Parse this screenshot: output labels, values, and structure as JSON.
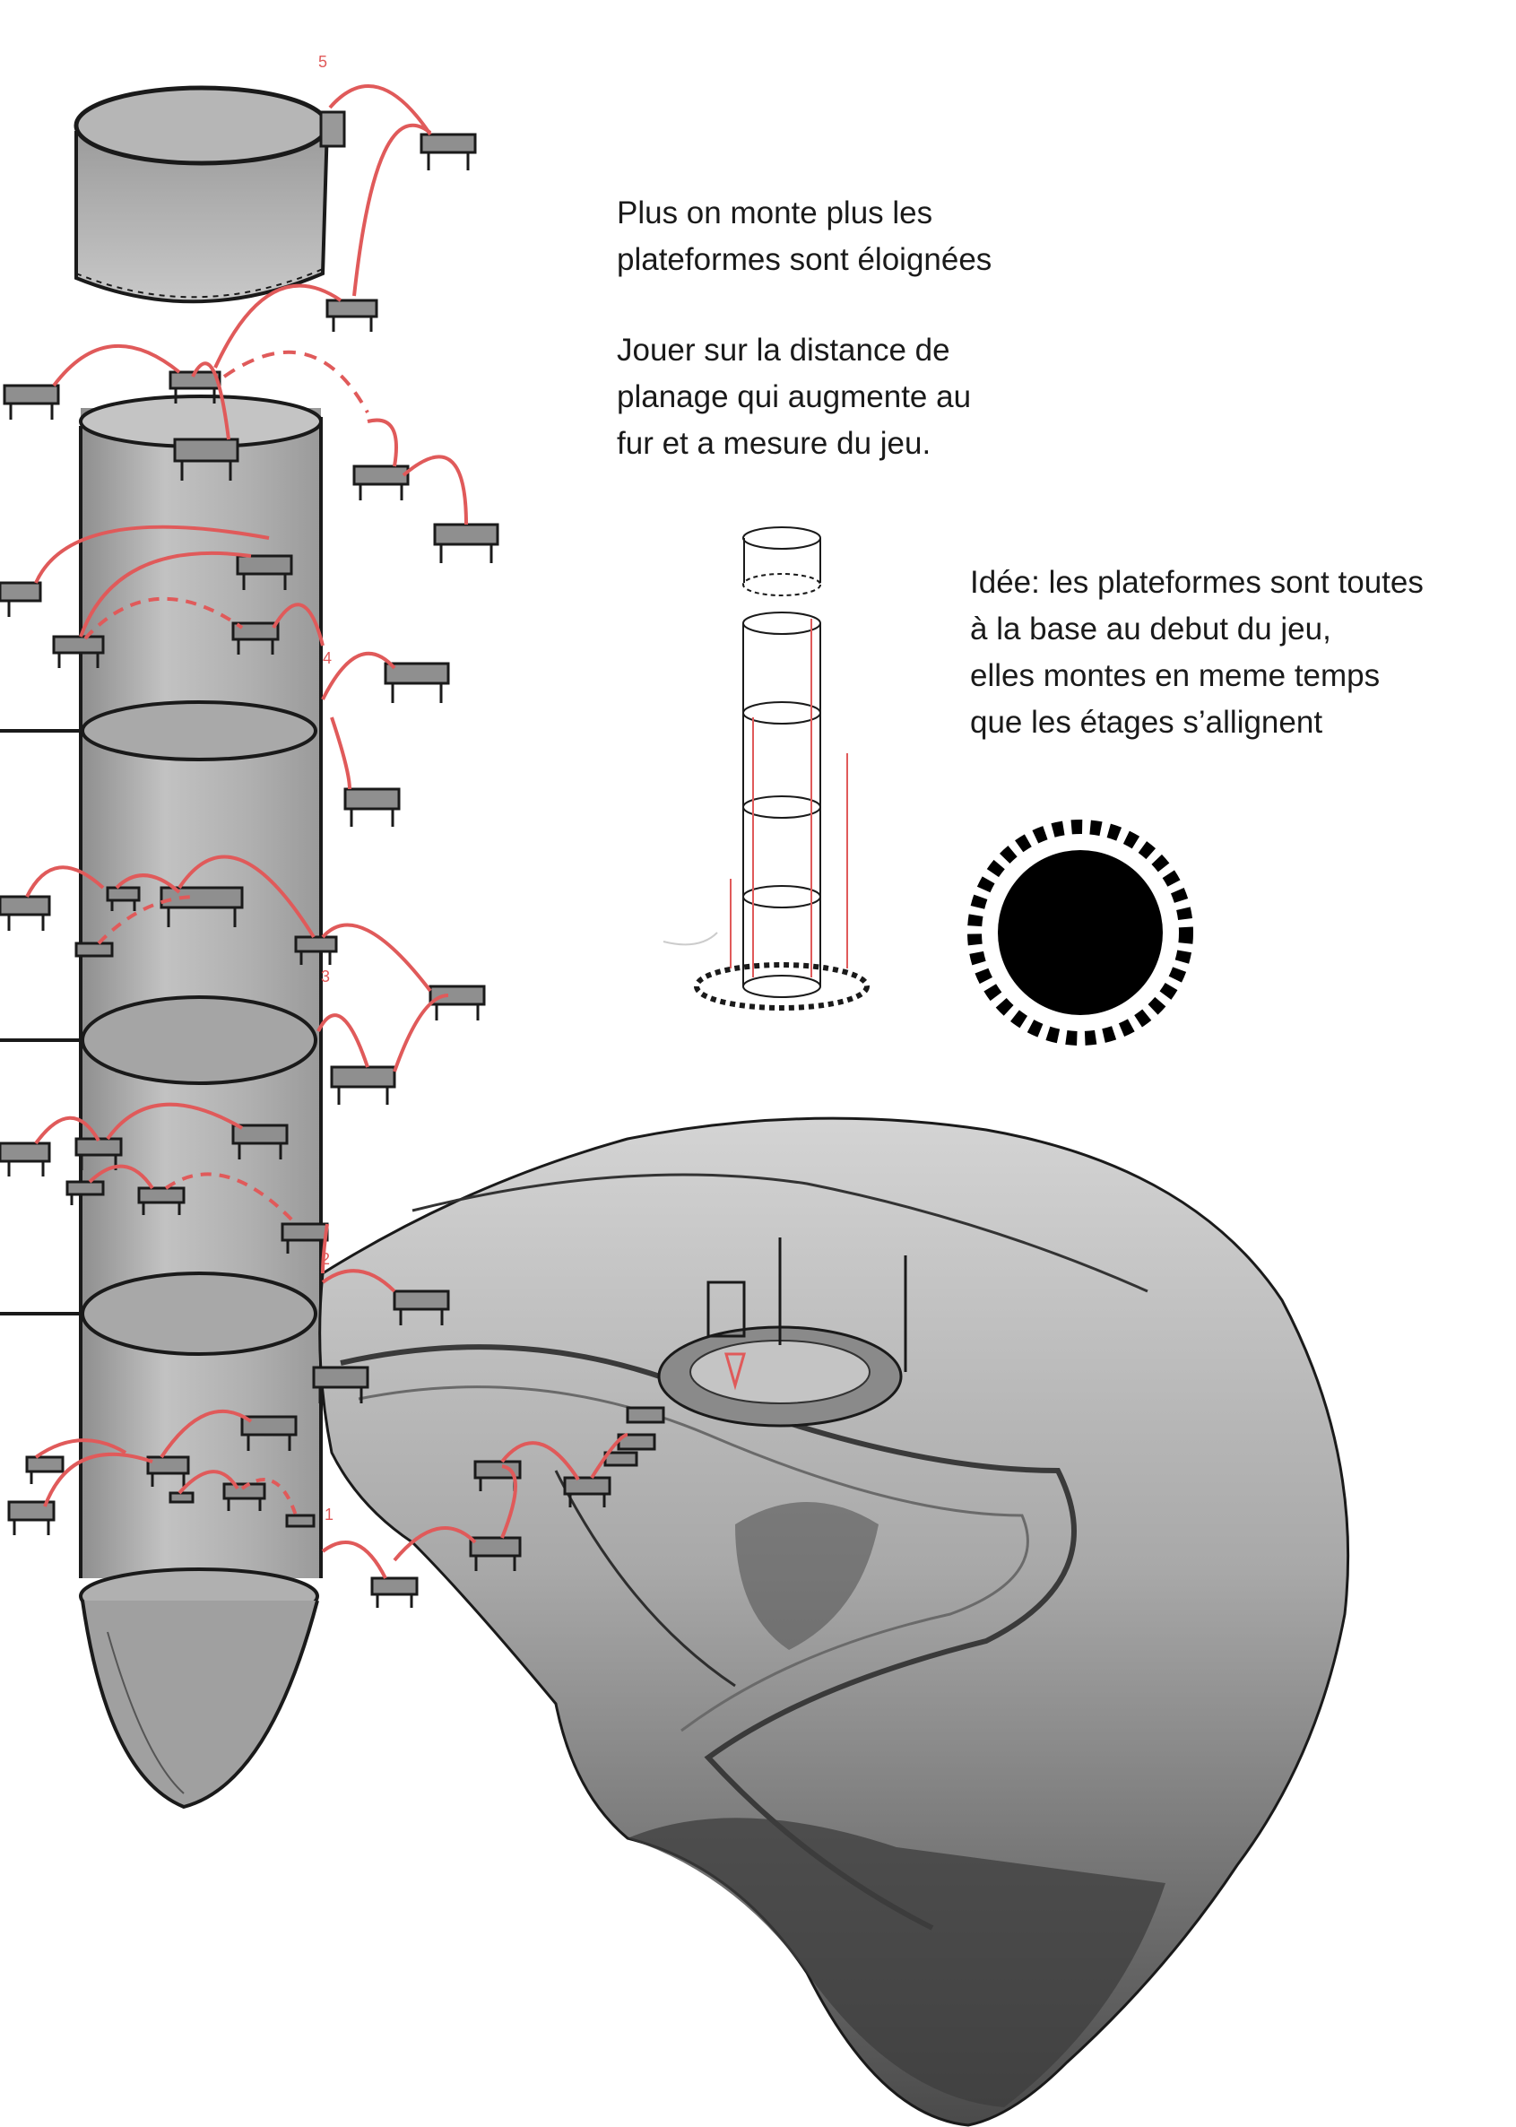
{
  "notes": {
    "distance": "Plus on monte plus les\nplateformes sont éloignées",
    "planage": "Jouer sur la distance de\nplanage qui augmente au\nfur et a mesure du jeu.",
    "idee": "Idée: les plateformes sont toutes\nà la base au debut du jeu,\nelles montes en meme temps\nque les étages s’allignent"
  },
  "floor_labels": {
    "one": "1",
    "two": "2",
    "three": "3",
    "four": "4",
    "five": "5"
  },
  "colors": {
    "jump_arc": "#e05a5a",
    "ink": "#1a1a1a",
    "tower_fill": "#b8b8b8",
    "rock_light": "#c9c9c9",
    "rock_dark": "#5e5e5e",
    "disc": "#000000"
  },
  "icons": [
    "platform-icon",
    "ring-of-platforms-icon",
    "black-disc-icon"
  ]
}
